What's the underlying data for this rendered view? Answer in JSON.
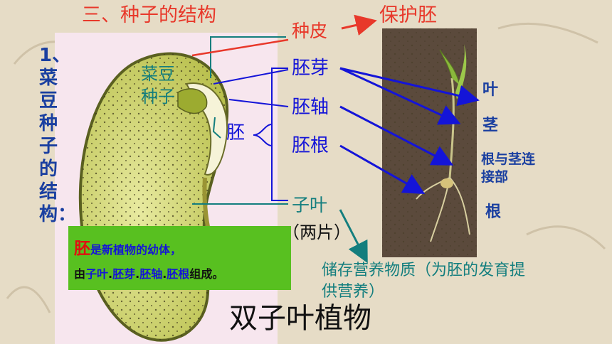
{
  "title": "三、种子的结构",
  "protect_label": "保护胚",
  "section_title": "1、菜豆种子的结构：",
  "seed_label": "菜豆种子",
  "embryo_label": "胚",
  "parts": {
    "seed_coat": "种皮",
    "plumule": "胚芽",
    "hypocotyl": "胚轴",
    "radicle": "胚根",
    "cotyledon": "子叶",
    "cotyledon_note": "（两片）"
  },
  "plant_labels": {
    "leaf": "叶",
    "stem": "茎",
    "junction": "根与茎连接部",
    "root": "根"
  },
  "green_box": {
    "line1_emph": "胚",
    "line1_rest": "是新植物的幼体，",
    "line2_pre": "由",
    "line2_a": "子叶",
    "line2_b": "胚芽",
    "line2_c": "胚轴",
    "line2_d": "胚根",
    "line2_post": "组成。",
    "sep": "."
  },
  "storage_note": "储存营养物质（为胚的发育提供营养）",
  "plant_type": "双子叶植物",
  "colors": {
    "title_red": "#e8382a",
    "part_blue": "#1414d8",
    "teal": "#137e7e",
    "box_green": "#58c020"
  }
}
